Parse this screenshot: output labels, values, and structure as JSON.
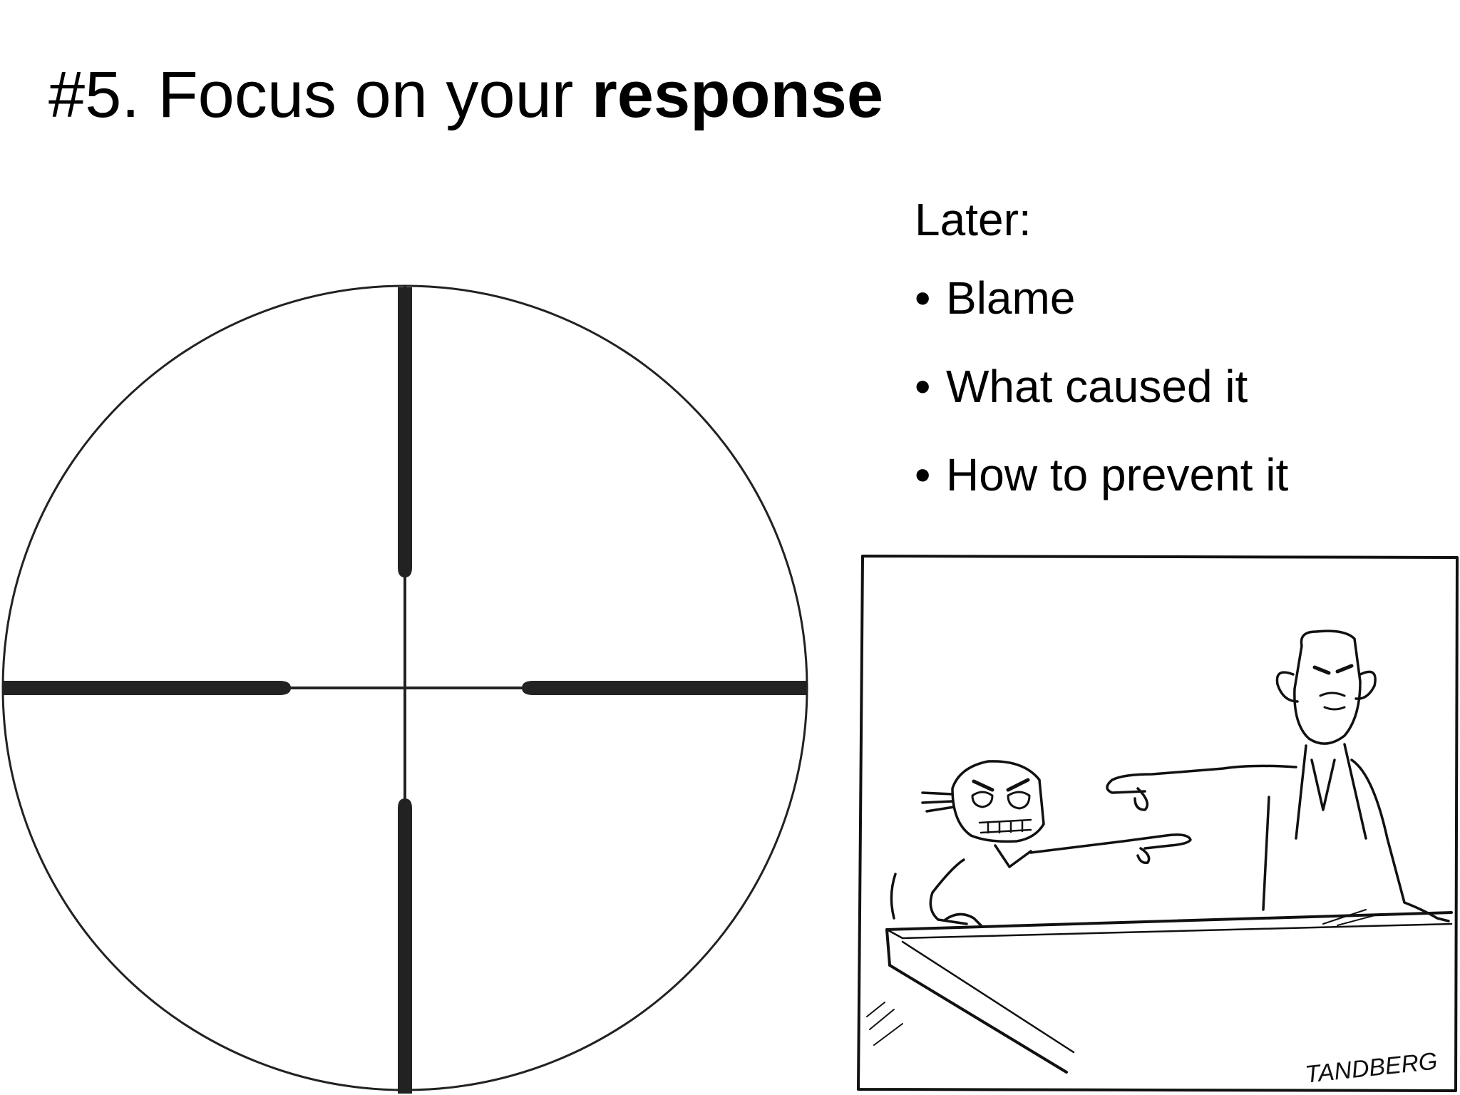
{
  "slide": {
    "title_prefix": "#5. Focus on your ",
    "title_emphasis": "response",
    "later_label": "Later:",
    "bullet_glyph": "•",
    "bullets": [
      "Blame",
      "What caused it",
      "How to prevent it"
    ]
  },
  "crosshair": {
    "icon": "crosshair-reticle-icon",
    "color": "#222222"
  },
  "cartoon": {
    "description_icon": "blame-cartoon-illustration",
    "signature": "TANDBERG"
  }
}
